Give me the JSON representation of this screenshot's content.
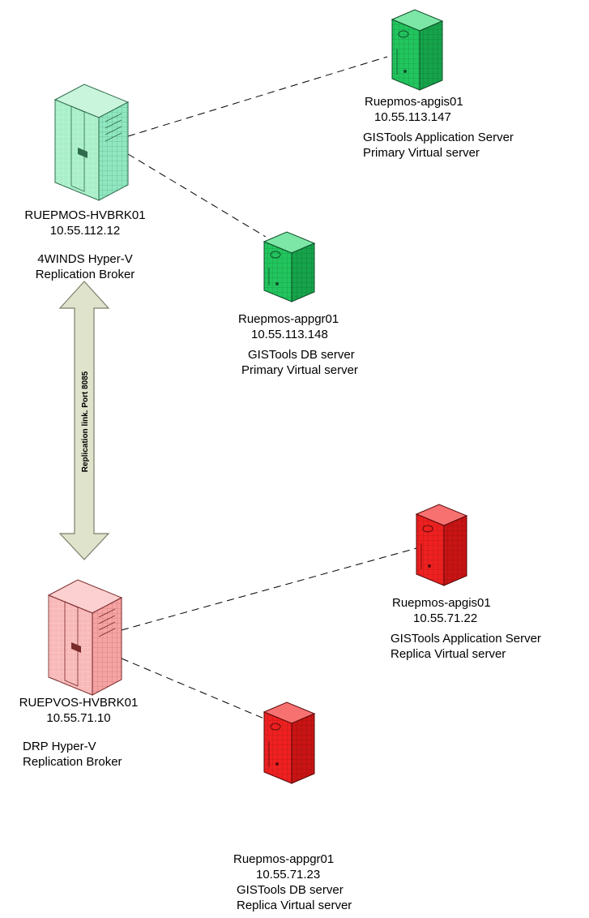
{
  "colors": {
    "primary_server": "#22c55e",
    "primary_broker": "#8fe8c0",
    "replica_server": "#ef2020",
    "replica_broker": "#f8a3a3",
    "link_arrow": "#dfe3cc"
  },
  "primary_site": {
    "broker": {
      "name": "RUEPMOS-HVBRK01",
      "ip": "10.55.112.12",
      "desc1": "4WINDS Hyper-V",
      "desc2": "Replication Broker"
    },
    "app_server": {
      "name": "Ruepmos-apgis01",
      "ip": "10.55.113.147",
      "desc1": "GISTools Application Server",
      "desc2": "Primary Virtual server"
    },
    "db_server": {
      "name": "Ruepmos-appgr01",
      "ip": "10.55.113.148",
      "desc1": "GISTools DB server",
      "desc2": "Primary Virtual server"
    }
  },
  "replication_link": {
    "label": "Replication link. Port 8085"
  },
  "replica_site": {
    "broker": {
      "name": "RUEPVOS-HVBRK01",
      "ip": "10.55.71.10",
      "desc1": "DRP Hyper-V",
      "desc2": "Replication Broker"
    },
    "app_server": {
      "name": "Ruepmos-apgis01",
      "ip": "10.55.71.22",
      "desc1": "GISTools Application Server",
      "desc2": "Replica Virtual server"
    },
    "db_server": {
      "name": "Ruepmos-appgr01",
      "ip": "10.55.71.23",
      "desc1": "GISTools DB server",
      "desc2": "Replica Virtual server"
    }
  }
}
